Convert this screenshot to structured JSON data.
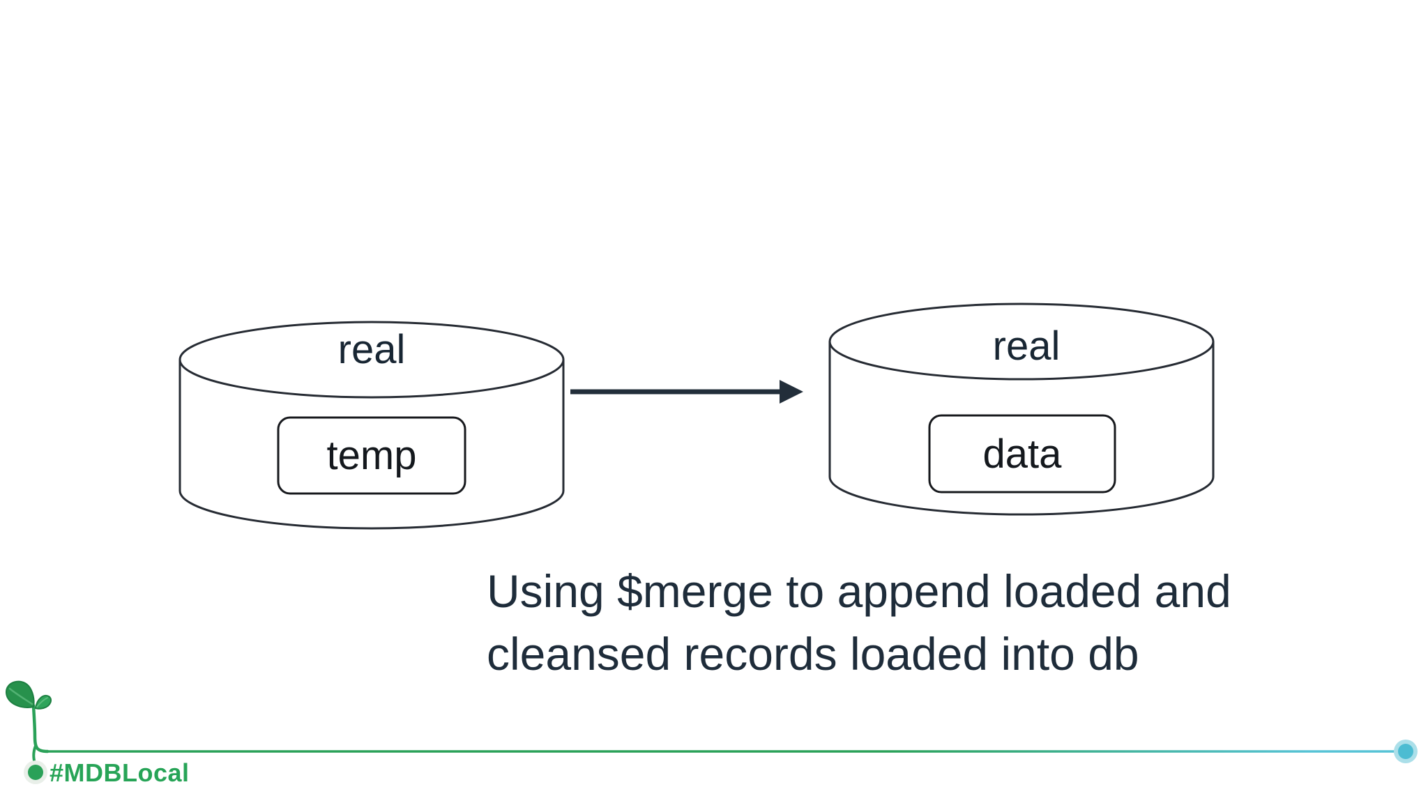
{
  "caption": {
    "line1": "Using $merge to append loaded and",
    "line2": "cleansed records loaded into db"
  },
  "diagram": {
    "source": {
      "db": "real",
      "collection": "temp"
    },
    "target": {
      "db": "real",
      "collection": "data"
    },
    "arrow": "merge-arrow-left-to-right"
  },
  "footer": {
    "hashtag": "#MDBLocal",
    "sprout_icon": "seedling-icon",
    "line_start_dot": "green-dot",
    "line_end_dot": "teal-dot"
  },
  "colors": {
    "ink": "#1e2c3a",
    "outline": "#262b33",
    "brand_green": "#2aa158",
    "leaf_green": "#27914c",
    "accent_teal": "#4cbcd2",
    "teal_halo": "#abdfe9",
    "green_halo": "#e9efe9"
  }
}
